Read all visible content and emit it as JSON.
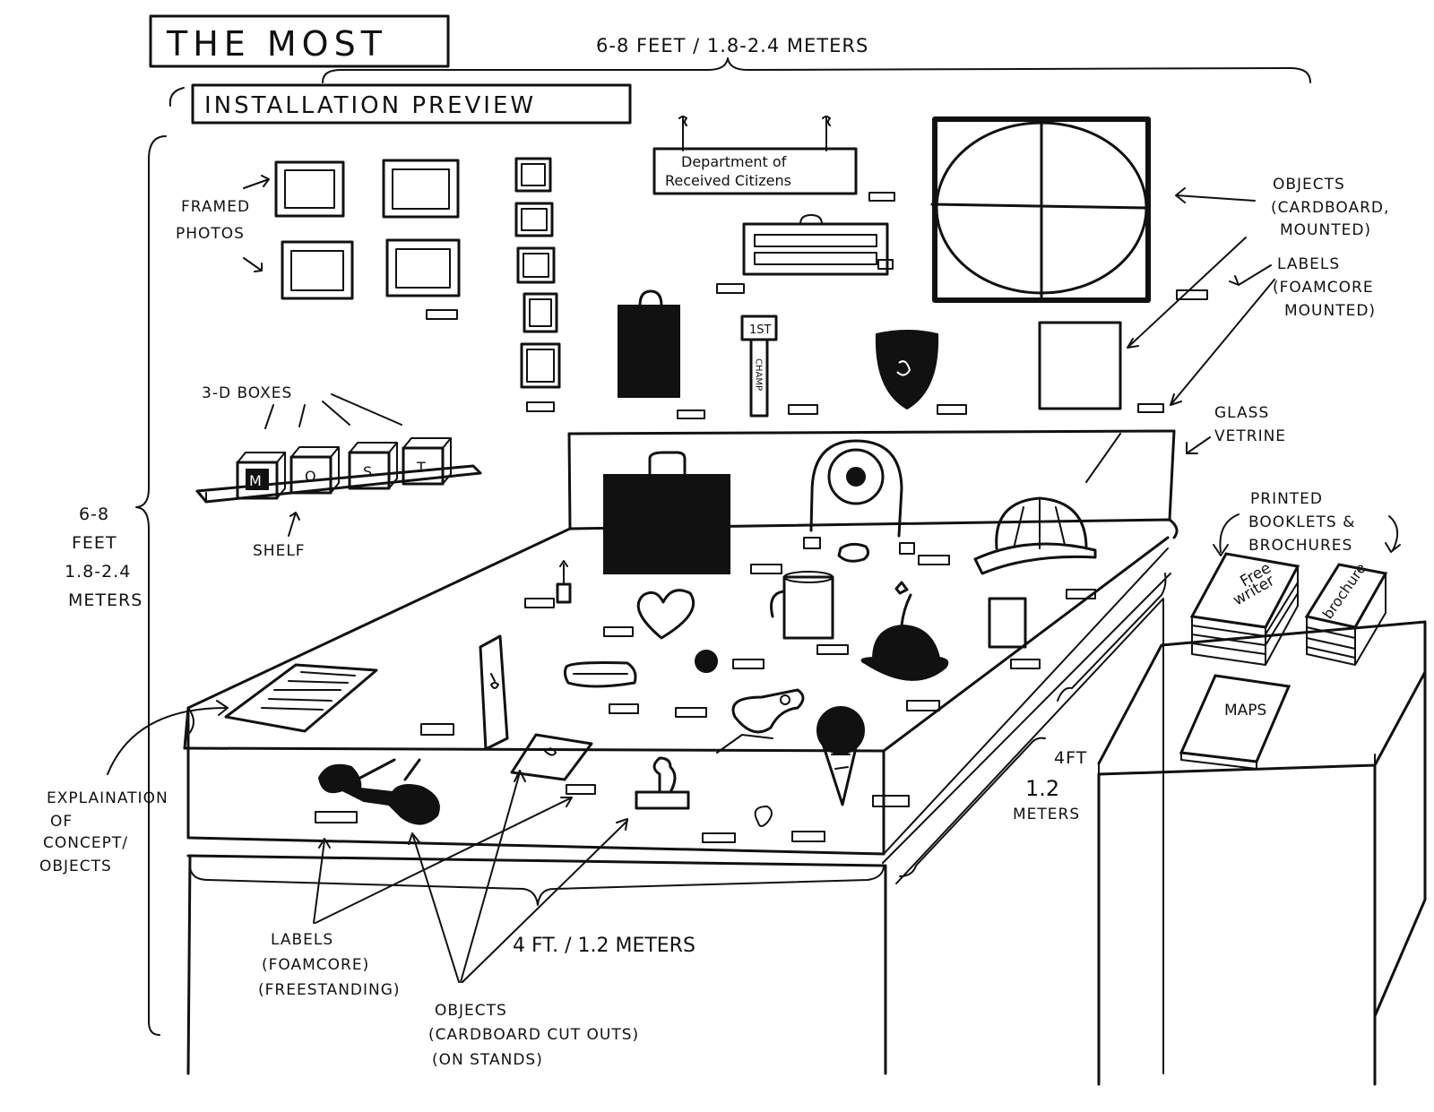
{
  "title": "THE MOST",
  "subtitle": "INSTALLATION PREVIEW",
  "dimensions": {
    "width_top": "6-8 FEET / 1.8-2.4 METERS",
    "height_left": [
      "6-8",
      "FEET",
      "1.8-2.4",
      "METERS"
    ],
    "depth_right": [
      "4FT",
      "1.2",
      "METERS"
    ],
    "front": "4 FT. / 1.2 METERS"
  },
  "sign": [
    "Department of",
    "Received Citizens"
  ],
  "annotations": {
    "framed_photos": [
      "FRAMED",
      "PHOTOS"
    ],
    "boxes_3d": "3-D BOXES",
    "shelf": "SHELF",
    "objects_mounted": [
      "OBJECTS",
      "(CARDBOARD,",
      "MOUNTED)"
    ],
    "labels_mounted": [
      "LABELS",
      "(FOAMCORE",
      "MOUNTED)"
    ],
    "glass_vetrine": [
      "GLASS",
      "VETRINE"
    ],
    "printed": [
      "PRINTED",
      "BOOKLETS &",
      "BROCHURES"
    ],
    "explanation": [
      "EXPLAINATION",
      "OF",
      "CONCEPT/",
      "OBJECTS"
    ],
    "labels_freestanding": [
      "LABELS",
      "(FOAMCORE)",
      "(FREESTANDING)"
    ],
    "objects_cutouts": [
      "OBJECTS",
      "(CARDBOARD CUT OUTS)",
      "(ON STANDS)"
    ]
  },
  "box_letters": [
    "M",
    "O",
    "S",
    "T"
  ],
  "stand_text": [
    "1ST",
    "CHAMP"
  ],
  "booklet_texts": [
    "Free",
    "writer",
    "brochure"
  ],
  "maps_label": "MAPS"
}
